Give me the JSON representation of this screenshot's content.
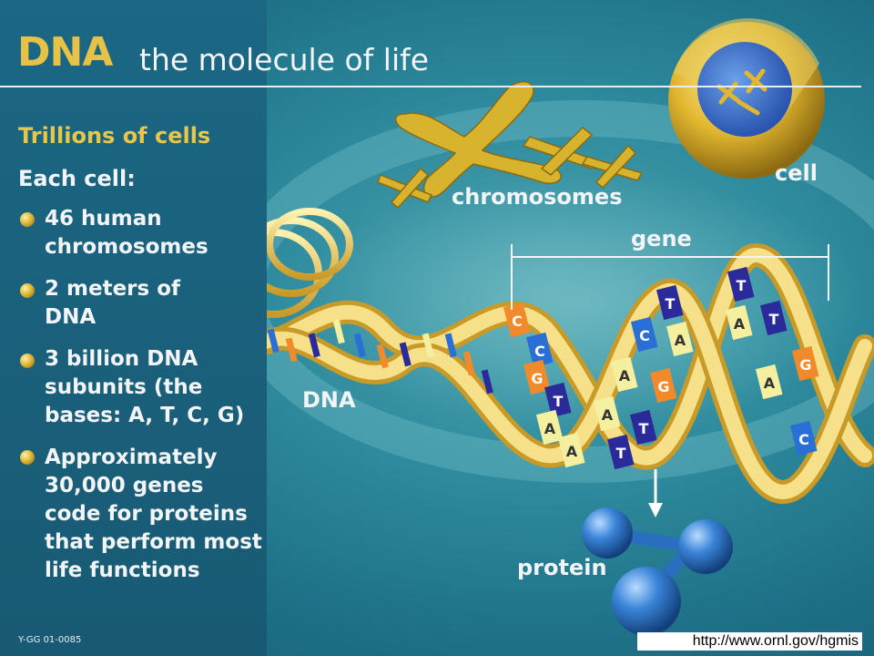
{
  "title": {
    "dna": "DNA",
    "rest": "the molecule of life"
  },
  "panel": {
    "heading": "Trillions of cells",
    "subheading": "Each cell:",
    "bullets": [
      "46 human\nchromosomes",
      "2 meters of\nDNA",
      "3 billion DNA\nsubunits (the\nbases: A, T, C, G)",
      "Approximately\n30,000 genes\ncode for proteins\nthat perform most\nlife functions"
    ]
  },
  "labels": {
    "cell": "cell",
    "chromosomes": "chromosomes",
    "gene": "gene",
    "dna": "DNA",
    "protein": "protein"
  },
  "bases": [
    {
      "letter": "C",
      "color": "#f08a2a"
    },
    {
      "letter": "C",
      "color": "#2a6fd6"
    },
    {
      "letter": "G",
      "color": "#f08a2a"
    },
    {
      "letter": "T",
      "color": "#2a2a9a"
    },
    {
      "letter": "A",
      "color": "#f5f0a0"
    },
    {
      "letter": "A",
      "color": "#f5f0a0"
    },
    {
      "letter": "A",
      "color": "#f5f0a0"
    },
    {
      "letter": "T",
      "color": "#2a2a9a"
    },
    {
      "letter": "T",
      "color": "#2a2a9a"
    },
    {
      "letter": "A",
      "color": "#f5f0a0"
    },
    {
      "letter": "C",
      "color": "#2a6fd6"
    },
    {
      "letter": "G",
      "color": "#f08a2a"
    },
    {
      "letter": "T",
      "color": "#2a2a9a"
    },
    {
      "letter": "A",
      "color": "#f5f0a0"
    },
    {
      "letter": "T",
      "color": "#2a2a9a"
    },
    {
      "letter": "A",
      "color": "#f5f0a0"
    },
    {
      "letter": "T",
      "color": "#2a2a9a"
    },
    {
      "letter": "A",
      "color": "#f5f0a0"
    },
    {
      "letter": "G",
      "color": "#f08a2a"
    },
    {
      "letter": "C",
      "color": "#2a6fd6"
    }
  ],
  "footer": {
    "id": "Y-GG 01-0085",
    "url": "http://www.ornl.gov/hgmis"
  },
  "colors": {
    "gold": "#e8c246",
    "ribbon": "#f0d57a",
    "protein": "#3a84d8",
    "panel": "#1b6784"
  }
}
